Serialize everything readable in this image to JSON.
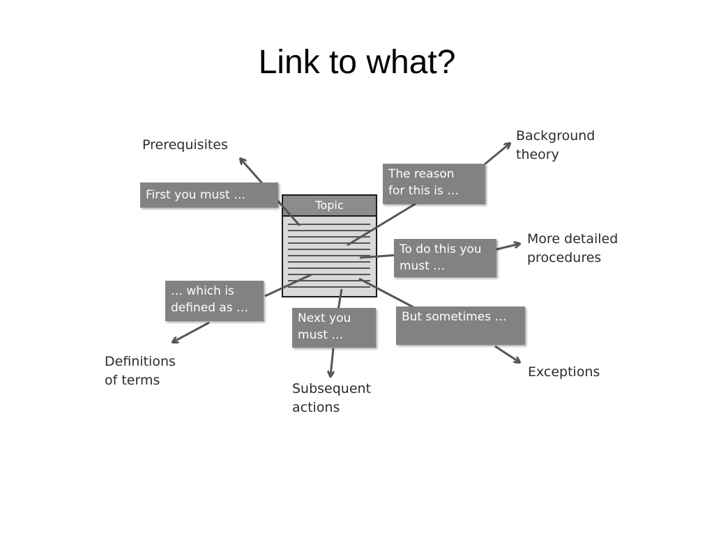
{
  "slide": {
    "title": "Link to what?"
  },
  "diagram": {
    "topic": "Topic",
    "callouts": {
      "first_you_must": "First you must …",
      "reason": [
        "The reason",
        "for this is …"
      ],
      "to_do_this": [
        "To do this you",
        "must …"
      ],
      "which_is": [
        "… which is",
        "defined as …"
      ],
      "next_you": [
        "Next you",
        "must …"
      ],
      "but_sometimes": "But sometimes …"
    },
    "targets": {
      "prerequisites": "Prerequisites",
      "background_theory": [
        "Background",
        "theory"
      ],
      "more_detailed_procedures": [
        "More detailed",
        "procedures"
      ],
      "definitions_of_terms": [
        "Definitions",
        "of terms"
      ],
      "subsequent_actions": [
        "Subsequent",
        "actions"
      ],
      "exceptions": "Exceptions"
    },
    "colors": {
      "box_fill": "#828282",
      "arrow": "#555555",
      "topic_header": "#8c8c8c",
      "document_fill": "#d9d9d9"
    }
  }
}
